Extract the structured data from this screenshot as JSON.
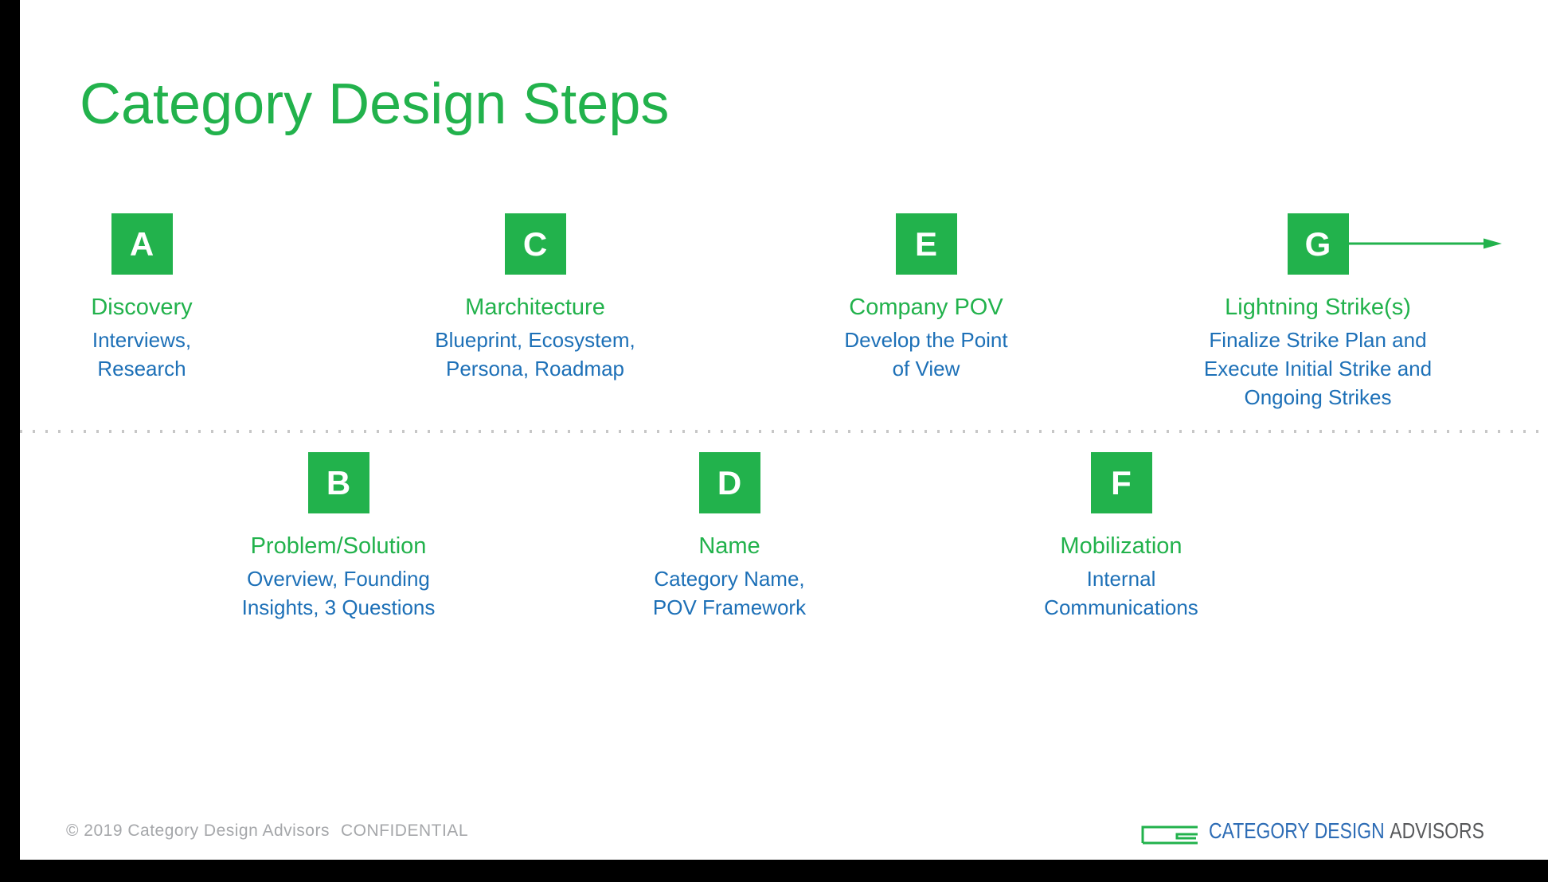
{
  "slide_title": "Category Design Steps",
  "steps": [
    {
      "letter": "A",
      "title": "Discovery",
      "desc": "Interviews,\nResearch"
    },
    {
      "letter": "B",
      "title": "Problem/Solution",
      "desc": "Overview, Founding\nInsights, 3 Questions"
    },
    {
      "letter": "C",
      "title": "Marchitecture",
      "desc": "Blueprint, Ecosystem,\nPersona, Roadmap"
    },
    {
      "letter": "D",
      "title": "Name",
      "desc": "Category Name,\nPOV Framework"
    },
    {
      "letter": "E",
      "title": "Company POV",
      "desc": "Develop the Point\nof View"
    },
    {
      "letter": "F",
      "title": "Mobilization",
      "desc": "Internal\nCommunications"
    },
    {
      "letter": "G",
      "title": "Lightning Strike(s)",
      "desc": "Finalize Strike Plan and\nExecute Initial Strike and\nOngoing Strikes"
    }
  ],
  "footer": {
    "copyright": "© 2019 Category Design Advisors",
    "confidential": "CONFIDENTIAL",
    "logo_primary": "CATEGORY DESIGN",
    "logo_secondary": "ADVISORS"
  },
  "icons": {
    "flow_arrow": "right-arrow-icon",
    "logo_mark": "cda-logo-mark-icon"
  },
  "colors": {
    "green": "#22b24c",
    "blue": "#1d70b7",
    "dotted_gray": "#c7c7c7",
    "footer_gray": "#a5a7aa",
    "logo_blue": "#2d6cb5",
    "logo_gray": "#58595b"
  }
}
